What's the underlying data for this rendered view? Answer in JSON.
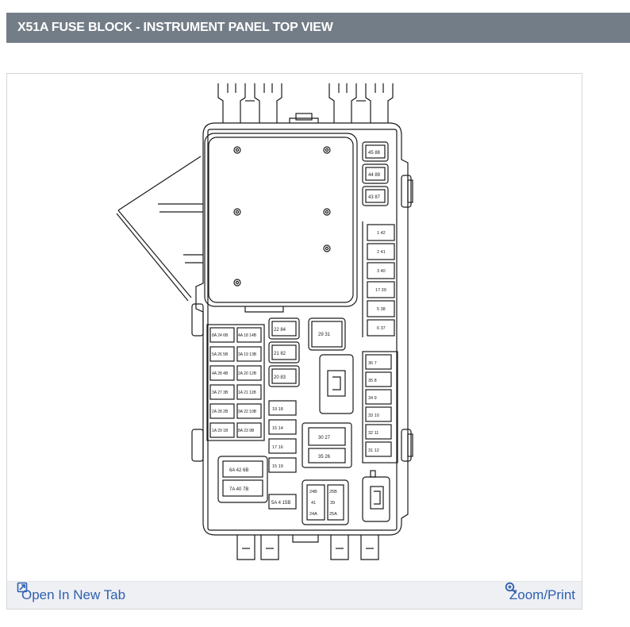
{
  "header": {
    "title": "X51A FUSE BLOCK - INSTRUMENT PANEL TOP VIEW"
  },
  "actions": {
    "open_label": "Open In New Tab",
    "zoom_label": "Zoom/Print"
  },
  "fuse_labels": [
    "45 88",
    "44 89",
    "43 87",
    "1 42",
    "2 41",
    "3 40",
    "17 39",
    "5 38",
    "6 37",
    "22 84",
    "21 82",
    "20 83",
    "29 31",
    "8A 24 6B",
    "4A 18 14B",
    "5A 26 5B",
    "3A 19 13B",
    "4A 28 4B",
    "2A 20 12B",
    "3A 27 3B",
    "1A 21 11B",
    "2A 28 2B",
    "9A 22 10B",
    "1A 29 1B",
    "8A 23 9B",
    "19 18",
    "15 14",
    "17 16",
    "15 19",
    "36 7",
    "35 8",
    "34 9",
    "33 10",
    "32 11",
    "31 12",
    "30 27",
    "35 26",
    "6A 42 6B",
    "7A 40 7B",
    "5A 4 15B",
    "24B",
    "41",
    "24A",
    "25B",
    "39",
    "25A"
  ],
  "colors": {
    "header_bg": "#737d87",
    "link": "#2f5fae",
    "action_bg": "#eef0f4",
    "line": "#1a1a1a"
  },
  "icons": {
    "open": "open-new-tab-icon",
    "zoom": "magnifier-plus-icon"
  }
}
